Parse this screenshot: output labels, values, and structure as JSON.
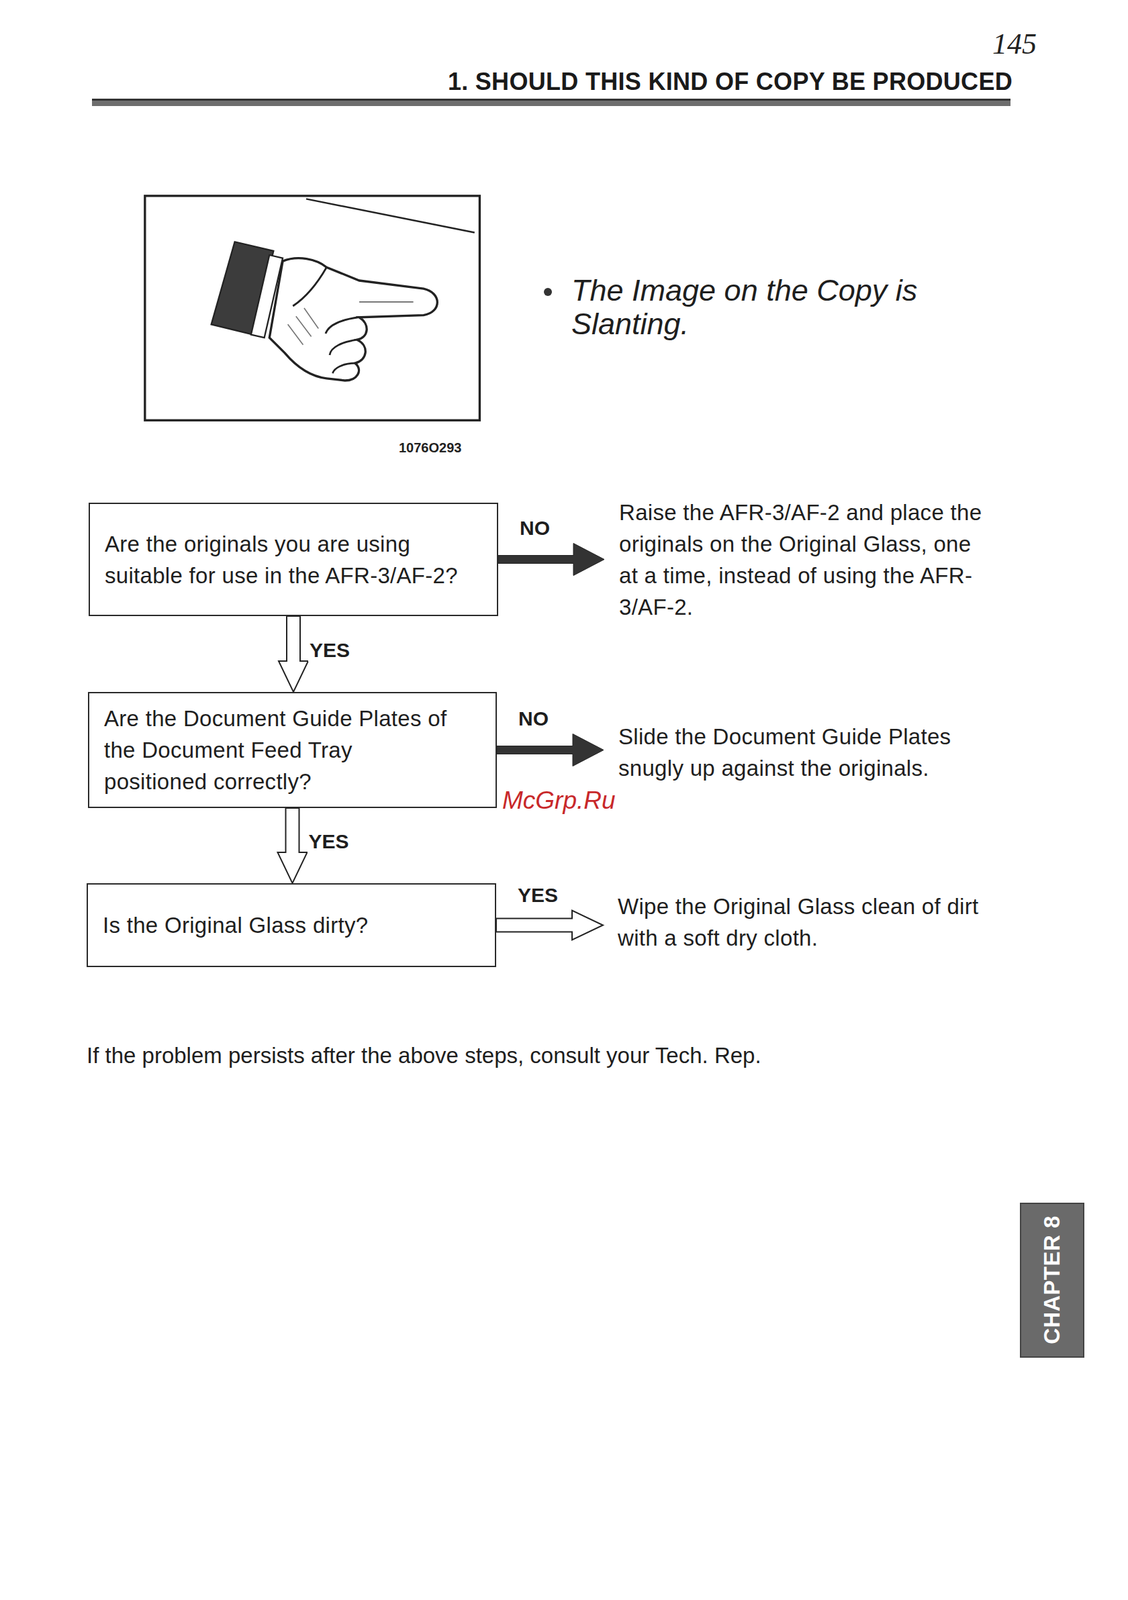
{
  "diagram": {
    "nodes": [
      {
        "text": [
          "Are the originals you are using suitable for use in the AFR-3/AF-2?"
        ]
      },
      {
        "text": [
          "Raise the AFR-3/AF-2 and place the originals on the Original Glass, one at a time, instead of using the AFR-3/AF-2."
        ]
      },
      {
        "text": [
          "Are the Document Guide Plates of the Document Feed Tray positioned correctly?"
        ]
      },
      {
        "text": [
          "Slide the Document Guide Plates snugly up against the originals."
        ]
      },
      {
        "text": [
          "Is the Original Glass dirty?"
        ]
      },
      {
        "text": [
          "Wipe the Original Glass clean of dirt with a soft dry cloth."
        ]
      }
    ],
    "edges": [
      {
        "from": 0,
        "to": 1,
        "label": "NO",
        "arrow": "to"
      },
      {
        "from": 0,
        "to": 2,
        "label": "YES",
        "arrow": "to"
      },
      {
        "from": 2,
        "to": 3,
        "label": "NO",
        "arrow": "to"
      },
      {
        "from": 2,
        "to": 4,
        "label": "YES",
        "arrow": "to"
      },
      {
        "from": 4,
        "to": 5,
        "label": "YES",
        "arrow": "to"
      }
    ],
    "labels": [
      "145",
      "1. SHOULD THIS KIND OF COPY BE PRODUCED",
      "1076O293",
      "The Image on the Copy is Slanting.",
      "McGrp.Ru",
      "If the problem persists after the above steps, consult your Tech. Rep.",
      "CHAPTER 8"
    ]
  }
}
